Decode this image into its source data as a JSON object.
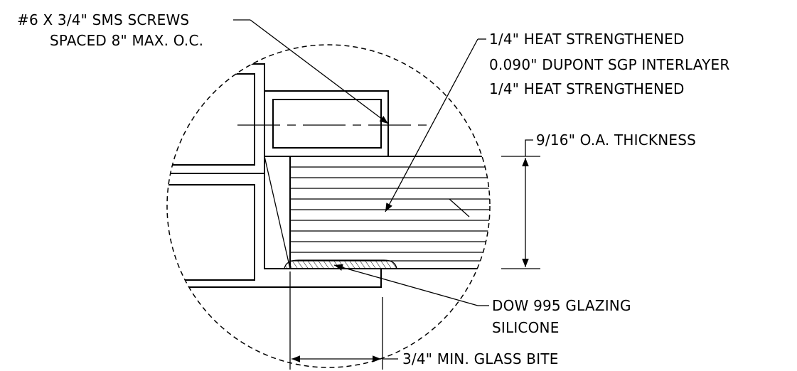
{
  "detail": {
    "callouts": {
      "screws_line1": "#6 X 3/4\" SMS SCREWS",
      "screws_line2": "SPACED 8\" MAX. O.C.",
      "glass_line1": "1/4\" HEAT STRENGTHENED",
      "glass_line2": "0.090\" DUPONT SGP INTERLAYER",
      "glass_line3": "1/4\" HEAT STRENGTHENED",
      "thickness": "9/16\" O.A. THICKNESS",
      "silicone_line1": "DOW 995 GLAZING",
      "silicone_line2": "SILICONE",
      "bite": "3/4\" MIN. GLASS BITE"
    }
  }
}
